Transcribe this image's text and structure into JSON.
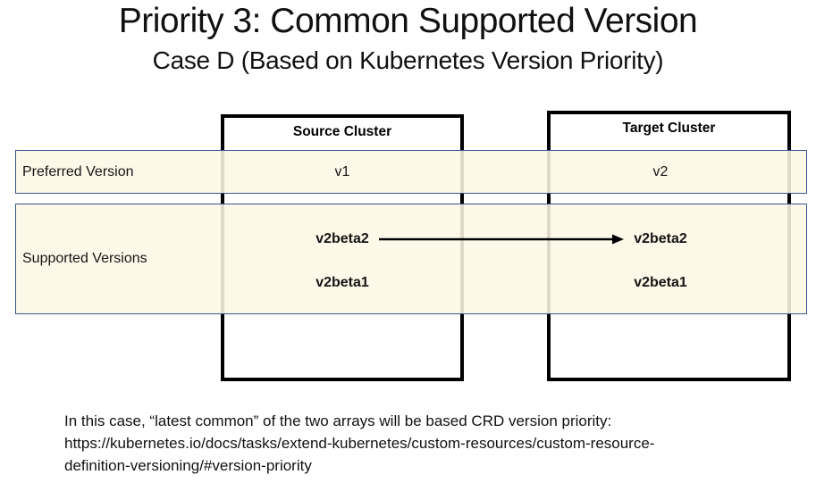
{
  "title": "Priority 3: Common Supported Version",
  "subtitle": "Case D (Based on Kubernetes Version Priority)",
  "diagram": {
    "columns": {
      "source": "Source Cluster",
      "target": "Target Cluster"
    },
    "preferred": {
      "label": "Preferred Version",
      "source": "v1",
      "target": "v2"
    },
    "supported": {
      "label": "Supported Versions",
      "source": [
        "v2beta2",
        "v2beta1"
      ],
      "target": [
        "v2beta2",
        "v2beta1"
      ]
    },
    "arrow": {
      "from": "source-v2beta2",
      "to": "target-v2beta2"
    }
  },
  "footer": {
    "lines": [
      "In this case, “latest common” of the two arrays will be based CRD version priority:",
      "https://kubernetes.io/docs/tasks/extend-kubernetes/custom-resources/custom-resource-",
      "definition-versioning/#version-priority"
    ]
  },
  "colors": {
    "band_fill": "rgba(253,247,229,0.88)",
    "band_border": "#35588C",
    "box_border": "#000000",
    "text": "#1A1A1A",
    "arrow": "#000000"
  }
}
